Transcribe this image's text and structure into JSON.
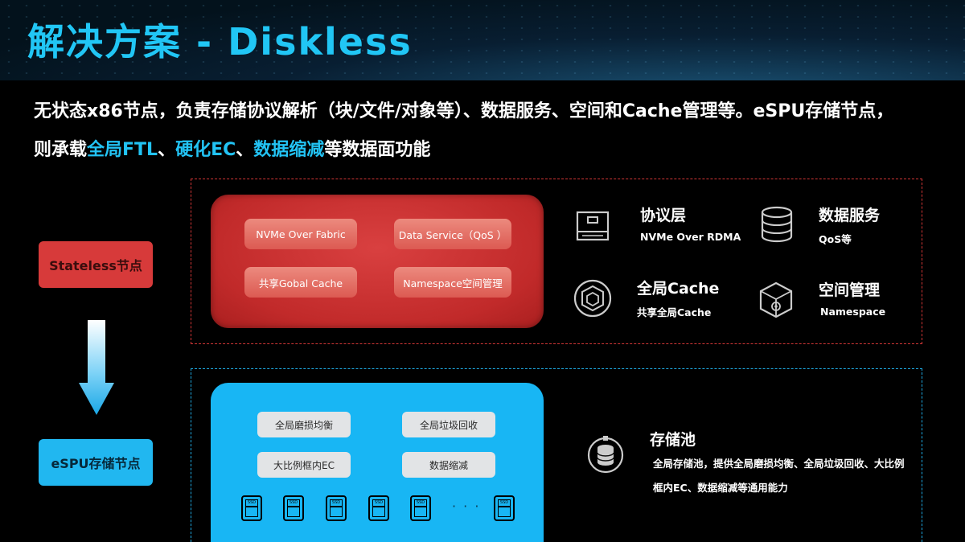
{
  "title": "解决方案 - Diskless",
  "intro": {
    "line1": "无状态x86节点，负责存储协议解析（块/文件/对象等）、数据服务、空间和Cache管理等。eSPU存储节点，",
    "line2_prefix": "则承载",
    "hl1": "全局FTL",
    "sep1": "、",
    "hl2": "硬化EC",
    "sep2": "、",
    "hl3": "数据缩减",
    "line2_suffix": "等数据面功能"
  },
  "nodes": {
    "stateless": "Stateless节点",
    "espu": "eSPU存储节点"
  },
  "stateless_panel": {
    "chips": [
      "NVMe Over Fabric",
      "Data Service（QoS ）",
      "共享Gobal Cache",
      "Namespace空间管理"
    ]
  },
  "espu_panel": {
    "chips": [
      "全局磨损均衡",
      "全局垃圾回收",
      "大比例框内EC",
      "数据缩减"
    ],
    "ssd_label": "SSD",
    "ellipsis": "· · ·"
  },
  "features": [
    {
      "title": "协议层",
      "sub": "NVMe Over RDMA",
      "icon": "box-icon"
    },
    {
      "title": "数据服务",
      "sub": "QoS等",
      "icon": "database-icon"
    },
    {
      "title": "全局Cache",
      "sub": "共享全局Cache",
      "icon": "cache-icon"
    },
    {
      "title": "空间管理",
      "sub": "Namespace",
      "icon": "cube-icon"
    }
  ],
  "pool": {
    "title": "存储池",
    "desc": "全局存储池，提供全局磨损均衡、全局垃圾回收、大比例框内EC、数据缩减等通用能力",
    "icon": "storage-pool-icon"
  },
  "colors": {
    "accent": "#21c6f5",
    "red": "#d73a3a",
    "blue": "#18b6f4"
  }
}
